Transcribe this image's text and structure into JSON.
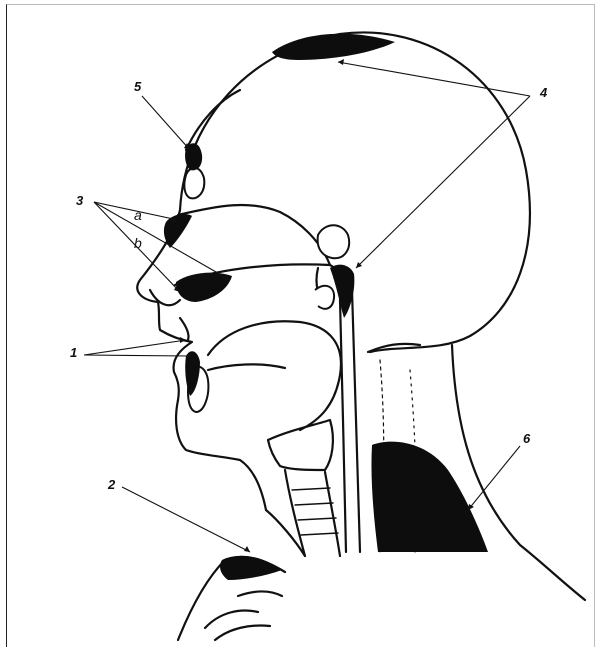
{
  "labels": {
    "n1": "1",
    "n2": "2",
    "n3": "3",
    "n4": "4",
    "n5": "5",
    "n6": "6",
    "a": "a",
    "b": "b"
  }
}
